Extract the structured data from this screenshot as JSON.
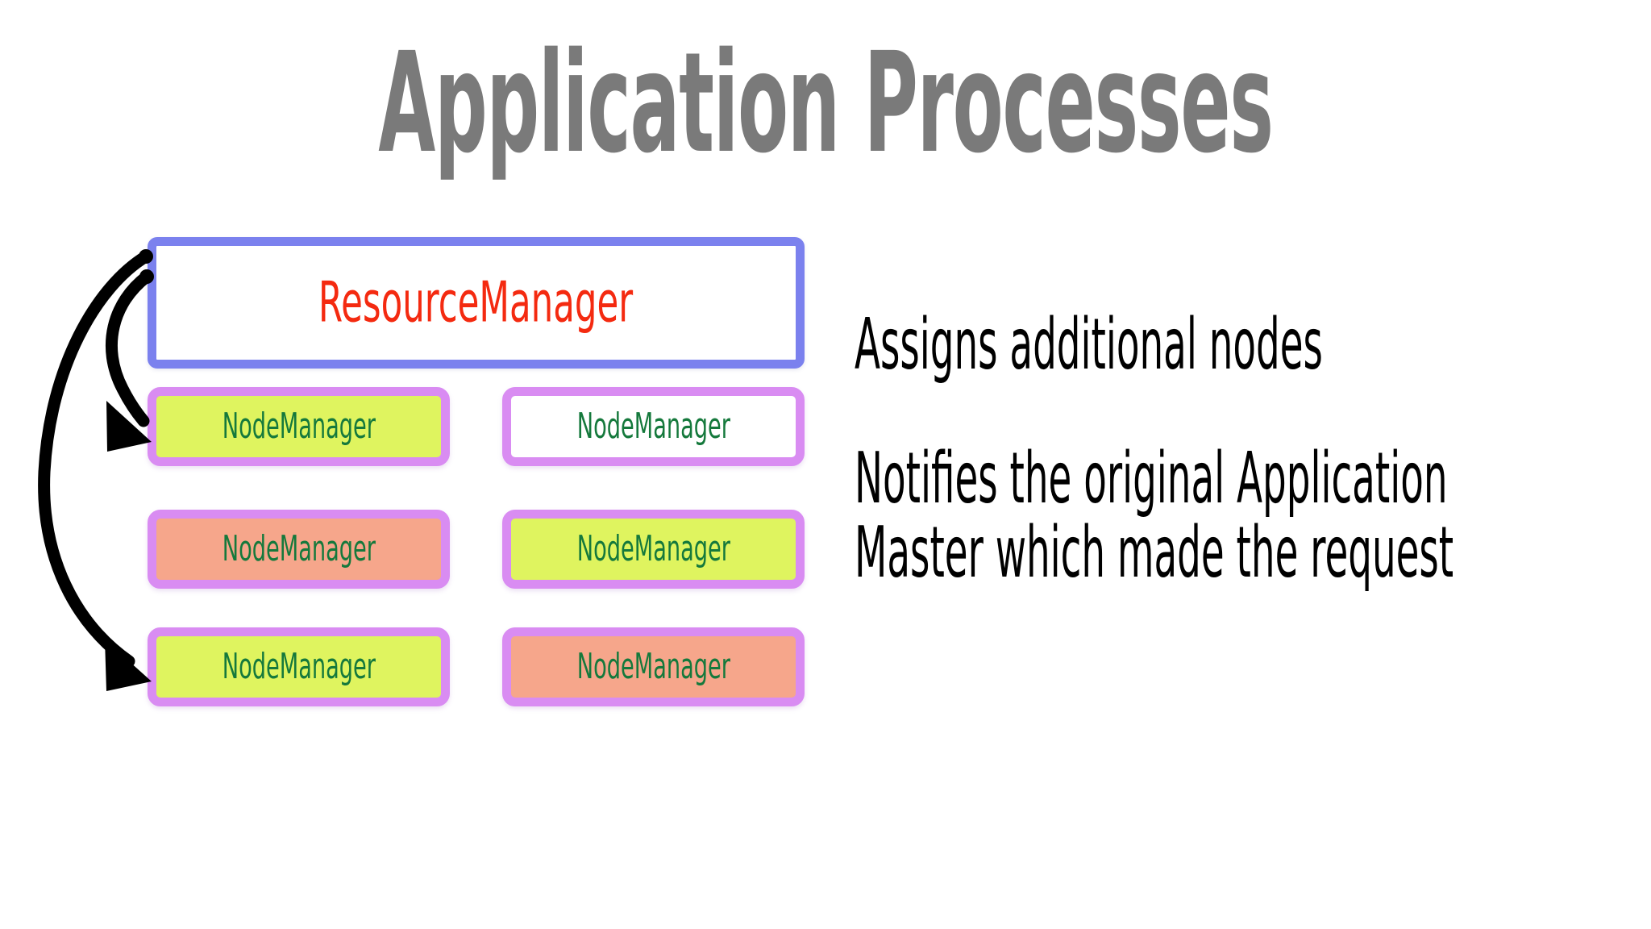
{
  "page": {
    "title": "Application Processes",
    "background_color": "#ffffff",
    "title_color": "#7a7a7a"
  },
  "colors": {
    "resource_manager_border": "#7b81ee",
    "node_manager_border": "#d98cf2",
    "fill_green": "#dff45f",
    "fill_salmon": "#f6a68b",
    "fill_white": "#ffffff",
    "resource_manager_text": "#f42a10",
    "node_manager_text": "#15793c",
    "arrow_color": "#000000",
    "note_text": "#000000"
  },
  "diagram": {
    "resource_manager": {
      "label": "ResourceManager",
      "fill": "white",
      "border": "blue"
    },
    "node_managers": [
      {
        "label": "NodeManager",
        "fill": "green",
        "row": 1,
        "column": 1
      },
      {
        "label": "NodeManager",
        "fill": "white",
        "row": 1,
        "column": 2
      },
      {
        "label": "NodeManager",
        "fill": "salmon",
        "row": 2,
        "column": 1
      },
      {
        "label": "NodeManager",
        "fill": "green",
        "row": 2,
        "column": 2
      },
      {
        "label": "NodeManager",
        "fill": "green",
        "row": 3,
        "column": 1
      },
      {
        "label": "NodeManager",
        "fill": "salmon",
        "row": 3,
        "column": 2
      }
    ],
    "arrows": [
      {
        "name": "rm-to-nodemanager-row1",
        "from": "ResourceManager",
        "to": "NodeManager row 1 column 1"
      },
      {
        "name": "rm-to-nodemanager-row3",
        "from": "ResourceManager",
        "to": "NodeManager row 3 column 1"
      }
    ]
  },
  "notes": {
    "line1": "Assigns additional nodes",
    "line2": "Notifies the original Application",
    "line3": "Master which made the request"
  }
}
